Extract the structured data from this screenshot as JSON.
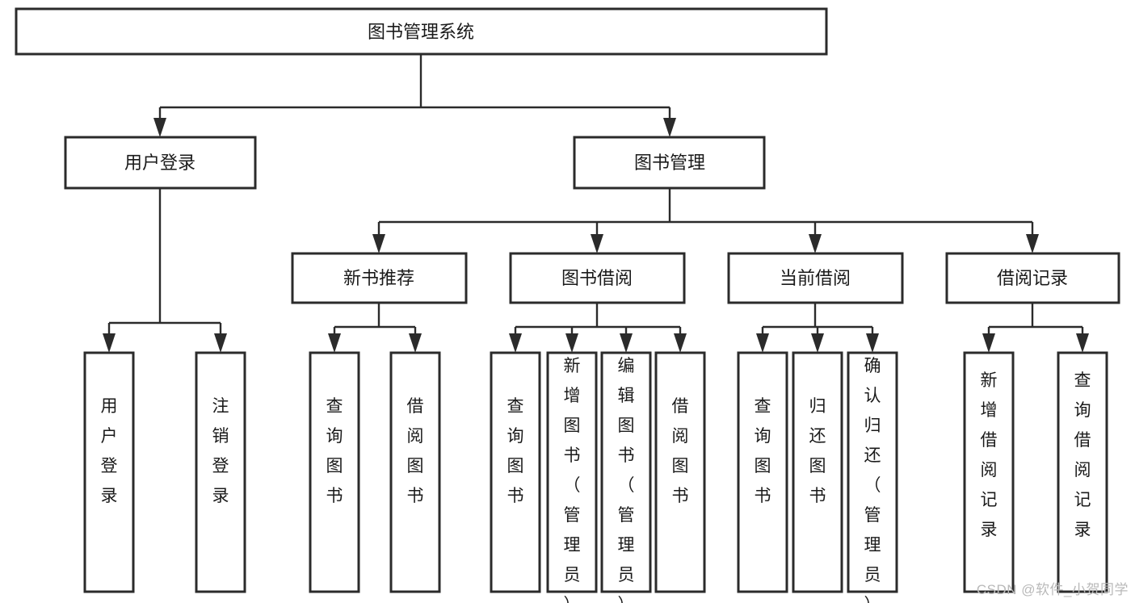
{
  "diagram": {
    "type": "tree",
    "title": "图书管理系统",
    "watermark": "CSDN @软件_小贺同学",
    "orientation": "top-down",
    "edge_style": "orthogonal-arrow",
    "colors": {
      "stroke": "#2b2b2b",
      "fill": "#ffffff",
      "text": "#1a1a1a",
      "watermark": "#b9b9b9",
      "background": "#ffffff"
    },
    "nodes": {
      "root": {
        "label": "图书管理系统",
        "level": 0,
        "orientation": "horizontal"
      },
      "l1": [
        {
          "id": "user-login",
          "label": "用户登录",
          "level": 1,
          "orientation": "horizontal"
        },
        {
          "id": "book-manage",
          "label": "图书管理",
          "level": 1,
          "orientation": "horizontal"
        }
      ],
      "l2": [
        {
          "id": "new-book-recommend",
          "label": "新书推荐",
          "level": 2,
          "orientation": "horizontal",
          "parent": "book-manage"
        },
        {
          "id": "book-borrow",
          "label": "图书借阅",
          "level": 2,
          "orientation": "horizontal",
          "parent": "book-manage"
        },
        {
          "id": "current-borrow",
          "label": "当前借阅",
          "level": 2,
          "orientation": "horizontal",
          "parent": "book-manage"
        },
        {
          "id": "borrow-record",
          "label": "借阅记录",
          "level": 2,
          "orientation": "horizontal",
          "parent": "book-manage"
        }
      ],
      "leaves": [
        {
          "id": "leaf-user-login",
          "label": "用户登录",
          "parent": "user-login",
          "orientation": "vertical"
        },
        {
          "id": "leaf-user-logout",
          "label": "注销登录",
          "parent": "user-login",
          "orientation": "vertical"
        },
        {
          "id": "leaf-query-book-1",
          "label": "查询图书",
          "parent": "new-book-recommend",
          "orientation": "vertical"
        },
        {
          "id": "leaf-borrow-book-1",
          "label": "借阅图书",
          "parent": "new-book-recommend",
          "orientation": "vertical"
        },
        {
          "id": "leaf-query-book-2",
          "label": "查询图书",
          "parent": "book-borrow",
          "orientation": "vertical"
        },
        {
          "id": "leaf-add-book",
          "label": "新增图书（管理员）",
          "parent": "book-borrow",
          "orientation": "vertical"
        },
        {
          "id": "leaf-edit-book",
          "label": "编辑图书（管理员）",
          "parent": "book-borrow",
          "orientation": "vertical"
        },
        {
          "id": "leaf-borrow-book-2",
          "label": "借阅图书",
          "parent": "book-borrow",
          "orientation": "vertical"
        },
        {
          "id": "leaf-query-book-3",
          "label": "查询图书",
          "parent": "current-borrow",
          "orientation": "vertical"
        },
        {
          "id": "leaf-return-book",
          "label": "归还图书",
          "parent": "current-borrow",
          "orientation": "vertical"
        },
        {
          "id": "leaf-confirm-return",
          "label": "确认归还（管理员）",
          "parent": "current-borrow",
          "orientation": "vertical"
        },
        {
          "id": "leaf-add-record",
          "label": "新增借阅记录",
          "parent": "borrow-record",
          "orientation": "vertical"
        },
        {
          "id": "leaf-query-record",
          "label": "查询借阅记录",
          "parent": "borrow-record",
          "orientation": "vertical"
        }
      ]
    }
  }
}
